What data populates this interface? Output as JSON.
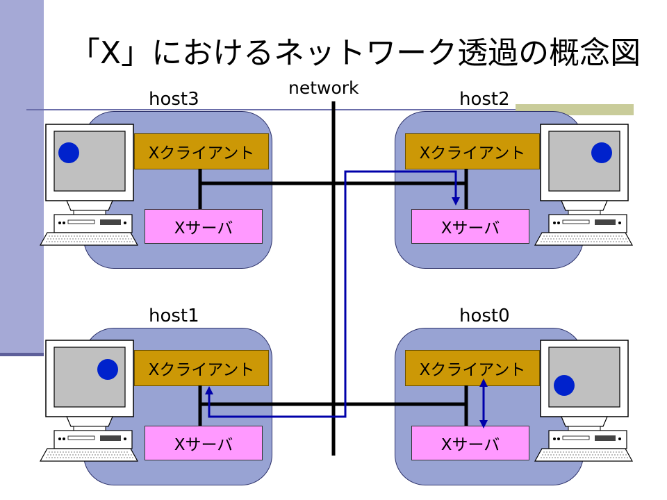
{
  "slide": {
    "title": "「X」におけるネットワーク透過の概念図",
    "network_label": "network"
  },
  "hosts": [
    {
      "id": "host3",
      "label": "host3",
      "client": "Xクライアント",
      "server": "Xサーバ"
    },
    {
      "id": "host2",
      "label": "host2",
      "client": "Xクライアント",
      "server": "Xサーバ"
    },
    {
      "id": "host1",
      "label": "host1",
      "client": "Xクライアント",
      "server": "Xサーバ"
    },
    {
      "id": "host0",
      "label": "host0",
      "client": "Xクライアント",
      "server": "Xサーバ"
    }
  ],
  "colors": {
    "host_box": "#98a3d3",
    "client_box": "#cc9806",
    "server_box": "#ff99ff",
    "flow_arrow": "#0000aa",
    "screen_dot": "#0022cc",
    "sidebar": "#a5a9d6"
  },
  "icons": [
    "computer-icon",
    "screen-dot-icon",
    "flow-arrow-icon"
  ]
}
